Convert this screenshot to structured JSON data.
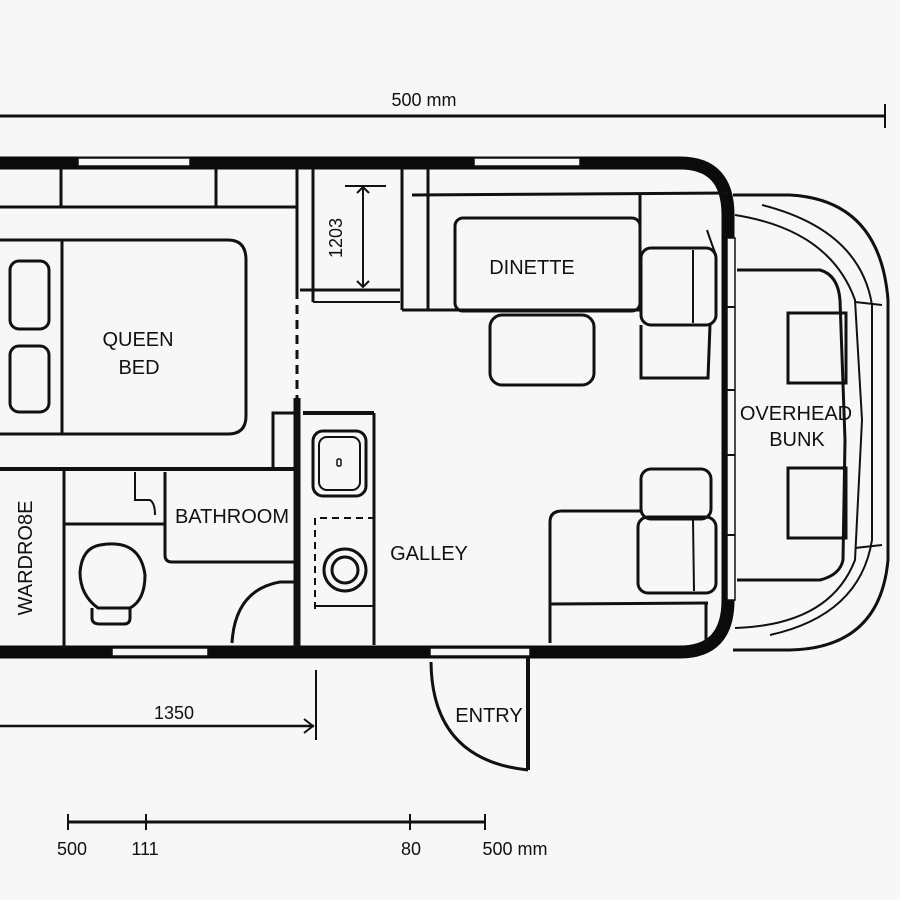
{
  "diagram": {
    "type": "rv-floor-plan",
    "background": "#f7f7f7",
    "line_color": "#0b0b0b",
    "rooms": [
      {
        "id": "queen-bed",
        "lines": [
          "QUEEN",
          "BED"
        ]
      },
      {
        "id": "dinette",
        "lines": [
          "DINETTE"
        ]
      },
      {
        "id": "overhead-bunk",
        "lines": [
          "OVERHEAD",
          "BUNK"
        ]
      },
      {
        "id": "bathroom",
        "lines": [
          "BATHROOM"
        ]
      },
      {
        "id": "wardrobe",
        "lines": [
          "WARDRO8E"
        ]
      },
      {
        "id": "galley",
        "lines": [
          "GALLEY"
        ]
      },
      {
        "id": "entry",
        "lines": [
          "ENTRY"
        ]
      }
    ],
    "dimensions": {
      "top_overall": "500 mm",
      "cabinet_height": "1203",
      "rear_length": "1350"
    },
    "scale_bar": {
      "ticks": [
        "500",
        "111",
        "80",
        "500 mm"
      ]
    }
  }
}
